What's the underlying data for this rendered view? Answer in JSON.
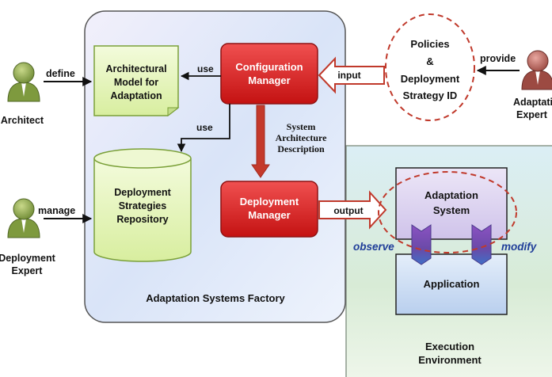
{
  "factory": {
    "title": "Adaptation Systems Factory",
    "architectural_model": [
      "Architectural",
      "Model for",
      "Adaptation"
    ],
    "repository": [
      "Deployment",
      "Strategies",
      "Repository"
    ],
    "configuration_manager": [
      "Configuration",
      "Manager"
    ],
    "deployment_manager": [
      "Deployment",
      "Manager"
    ],
    "system_architecture_description": [
      "System",
      "Architecture",
      "Description"
    ],
    "use_label_1": "use",
    "use_label_2": "use"
  },
  "actors": {
    "architect": {
      "name": "Architect",
      "action": "define"
    },
    "deployment_expert": {
      "name": [
        "Deployment",
        "Expert"
      ],
      "action": "manage"
    },
    "adaptation_expert": {
      "name": [
        "Adaptation",
        "Expert"
      ],
      "action": "provide"
    }
  },
  "policies": [
    "Policies",
    "&",
    "Deployment",
    "Strategy ID"
  ],
  "flows": {
    "input": "input",
    "output": "output"
  },
  "execution_environment": {
    "title": [
      "Execution",
      "Environment"
    ],
    "adaptation_system": [
      "Adaptation",
      "System"
    ],
    "application": "Application",
    "observe": "observe",
    "modify": "modify"
  },
  "colors": {
    "red_box": "#d81c1c",
    "green_box": "#e6f5bf",
    "env_bg": "#d6ead8",
    "factory_bg": "#dde3f6",
    "adaptation_system_bg": "#ddd6f0",
    "application_bg": "#d2e0f4",
    "arrow_red": "#c4392b",
    "dashed_red": "#c0392b",
    "chevron_purple": "#7a4cae",
    "label_blue": "#1f3d99"
  },
  "icons": [
    "person-icon"
  ]
}
